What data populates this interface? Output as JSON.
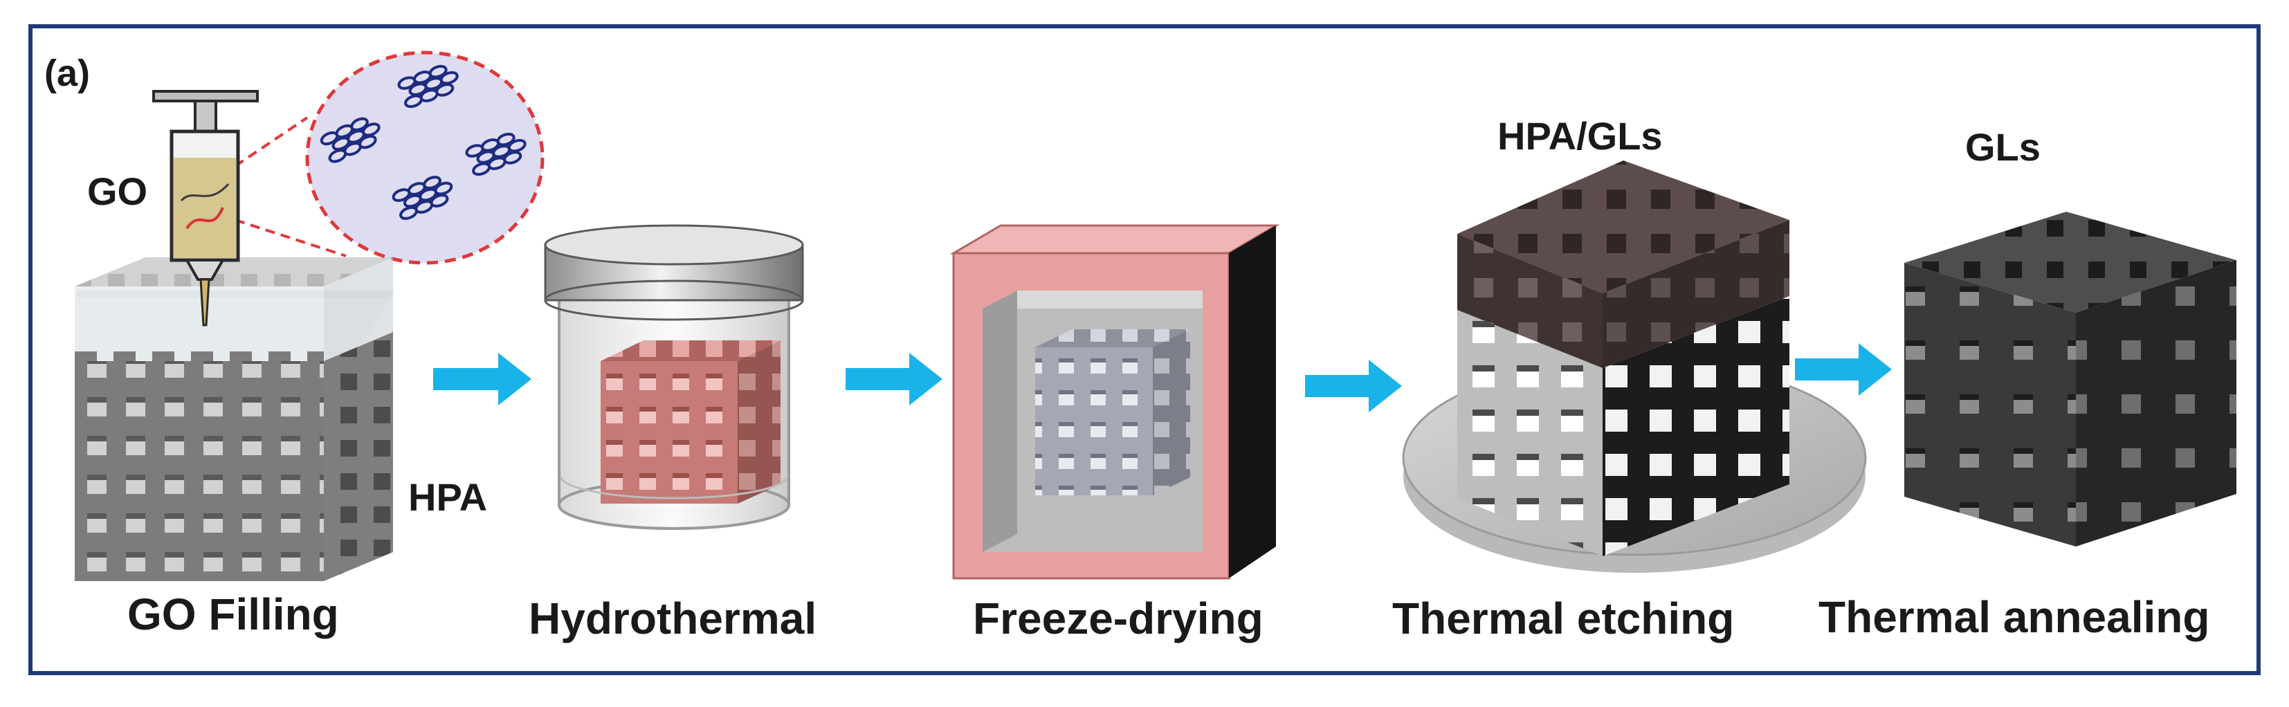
{
  "panel": {
    "label": "(a)"
  },
  "labels": {
    "go": "GO",
    "hpa": "HPA",
    "hpa_gls": "HPA/GLs",
    "gls": "GLs"
  },
  "steps": [
    {
      "label": "GO Filling"
    },
    {
      "label": "Hydrothermal"
    },
    {
      "label": "Freeze-drying"
    },
    {
      "label": "Thermal etching"
    },
    {
      "label": "Thermal annealing"
    }
  ],
  "colors": {
    "frame": "#1f3a78",
    "arrow": "#19b3ea",
    "grey_lattice": "#7c7c7c",
    "pink_lattice": "#c77a76",
    "dark_lattice": "#3a3a3a",
    "brown_top": "#5c4d4c",
    "bubble_bg": "#dedcf0",
    "bubble_border": "#e0383a",
    "go_liquid": "#d6c690",
    "flake_stroke": "#1d2c80",
    "freezer_pink": "#e6a0a0"
  },
  "icons": [
    "syringe-icon",
    "flow-arrow-icon",
    "graphene-flake-icon"
  ]
}
